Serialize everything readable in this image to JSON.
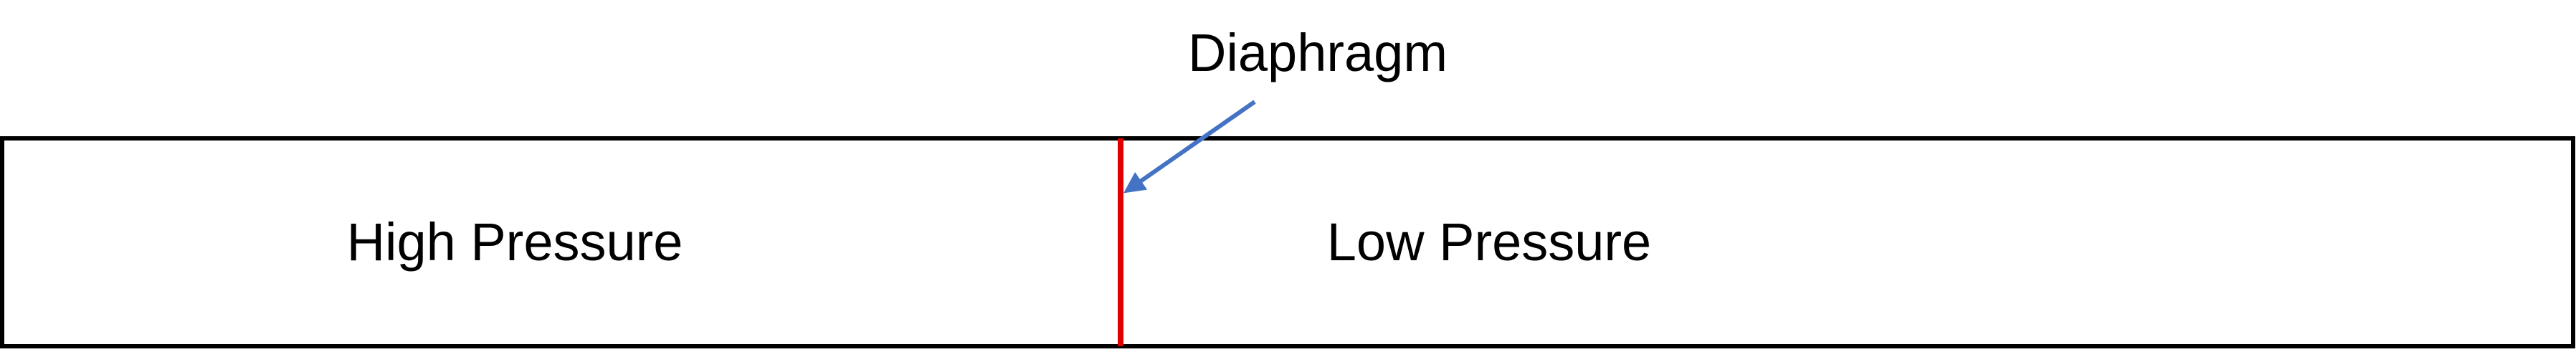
{
  "diagram": {
    "labels": {
      "diaphragm": "Diaphragm",
      "high_pressure": "High Pressure",
      "low_pressure": "Low Pressure"
    },
    "colors": {
      "tube_outline": "#000000",
      "diaphragm": "#e00000",
      "arrow": "#4472c4"
    }
  }
}
